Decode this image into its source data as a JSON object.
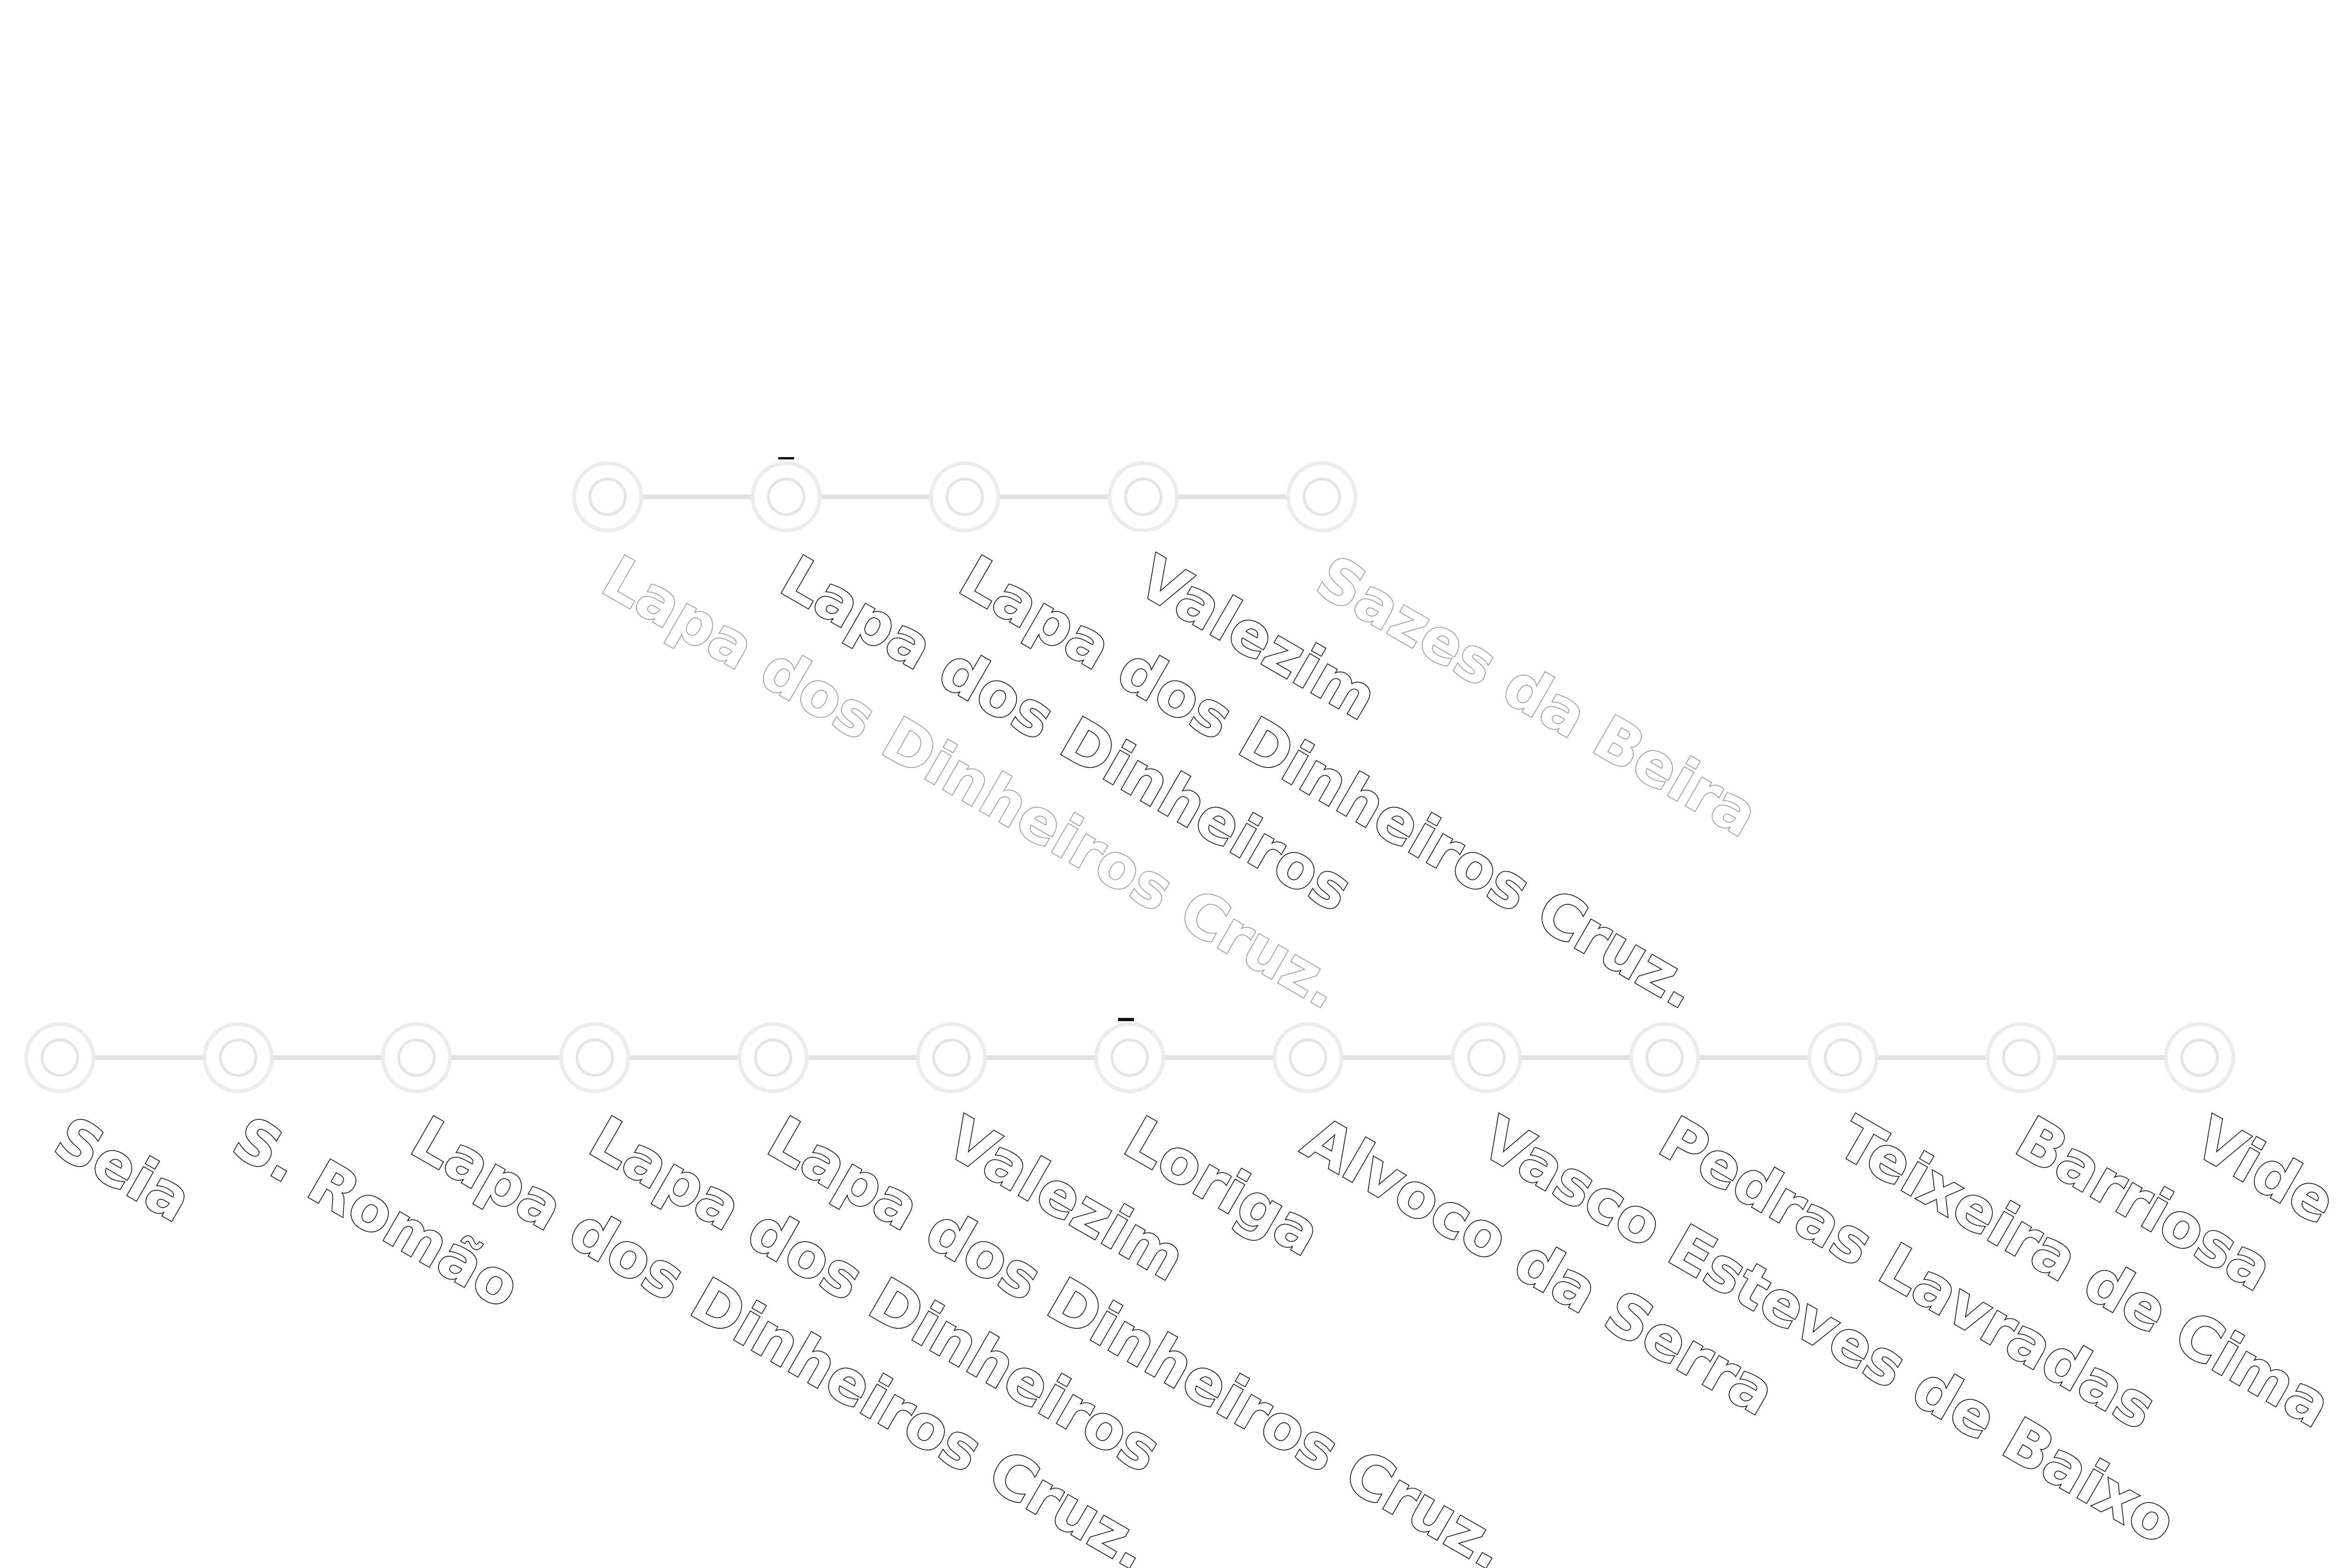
{
  "routes": [
    {
      "id": "upper",
      "stops": [
        "Lapa dos Dinheiros Cruz.",
        "Lapa dos Dinheiros",
        "Lapa dos Dinheiros Cruz.",
        "Valezim",
        "Sazes da Beira"
      ]
    },
    {
      "id": "lower",
      "stops": [
        "Seia",
        "S. Romão",
        "Lapa dos Dinheiros Cruz.",
        "Lapa dos Dinheiros",
        "Lapa dos Dinheiros Cruz.",
        "Valezim",
        "Loriga",
        "Alvoco da Serra",
        "Vasco Esteves de Baixo",
        "Pedras Lavradas",
        "Teixeira de Cima",
        "Barriosa",
        "Vide"
      ]
    }
  ],
  "colors": {
    "track": "#e2e2e2",
    "label_fill": "#ffffff",
    "label_outline": "#1a1a1a",
    "background": "#ffffff"
  }
}
